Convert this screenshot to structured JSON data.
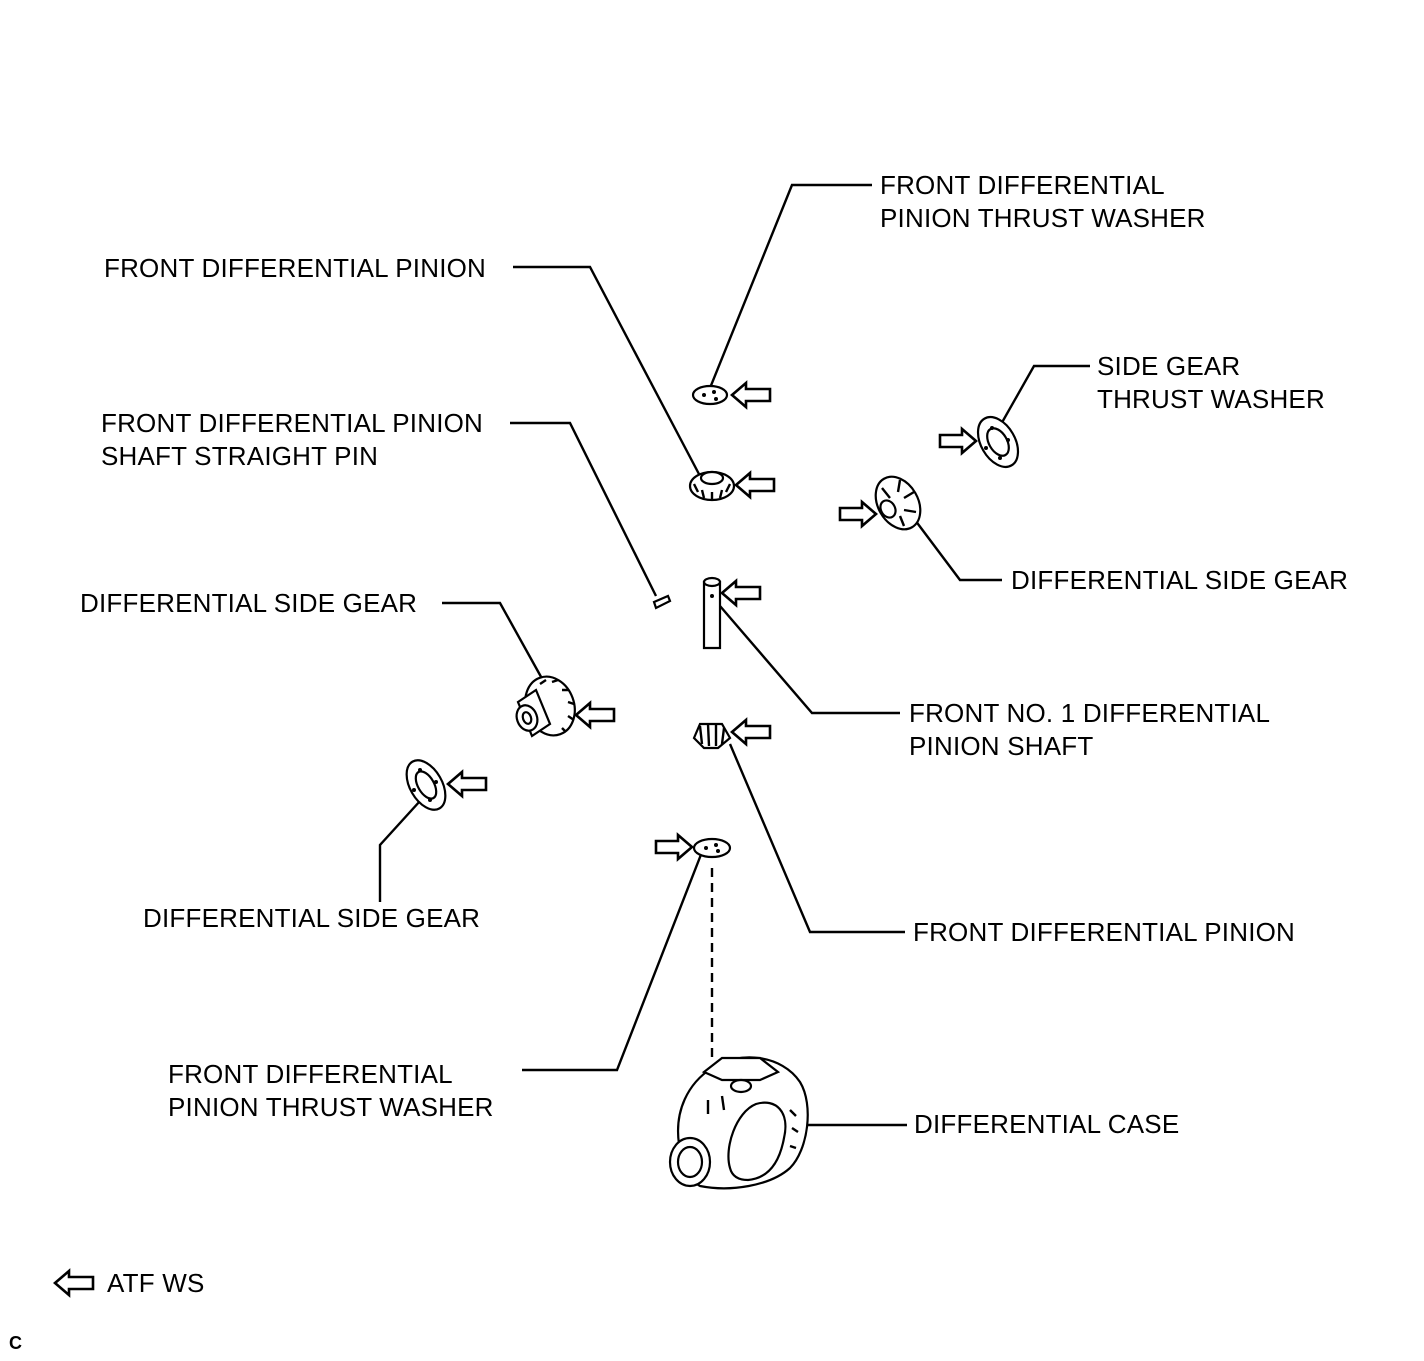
{
  "labels": {
    "pinion_thrust_washer_top": [
      "FRONT DIFFERENTIAL",
      "PINION THRUST WASHER"
    ],
    "pinion_top": "FRONT DIFFERENTIAL PINION",
    "straight_pin": [
      "FRONT DIFFERENTIAL PINION",
      "SHAFT STRAIGHT PIN"
    ],
    "side_gear_thrust_washer": [
      "SIDE GEAR",
      "THRUST WASHER"
    ],
    "side_gear_right": "DIFFERENTIAL SIDE GEAR",
    "side_gear_left": "DIFFERENTIAL SIDE GEAR",
    "pinion_shaft": [
      "FRONT NO. 1 DIFFERENTIAL",
      "PINION SHAFT"
    ],
    "side_gear_bottom_left": "DIFFERENTIAL SIDE GEAR",
    "pinion_bottom": "FRONT DIFFERENTIAL PINION",
    "pinion_thrust_washer_bottom": [
      "FRONT DIFFERENTIAL",
      "PINION THRUST WASHER"
    ],
    "differential_case": "DIFFERENTIAL CASE"
  },
  "legend": {
    "icon": "hollow-arrow-icon",
    "text": "ATF WS"
  },
  "corner_mark": "C"
}
